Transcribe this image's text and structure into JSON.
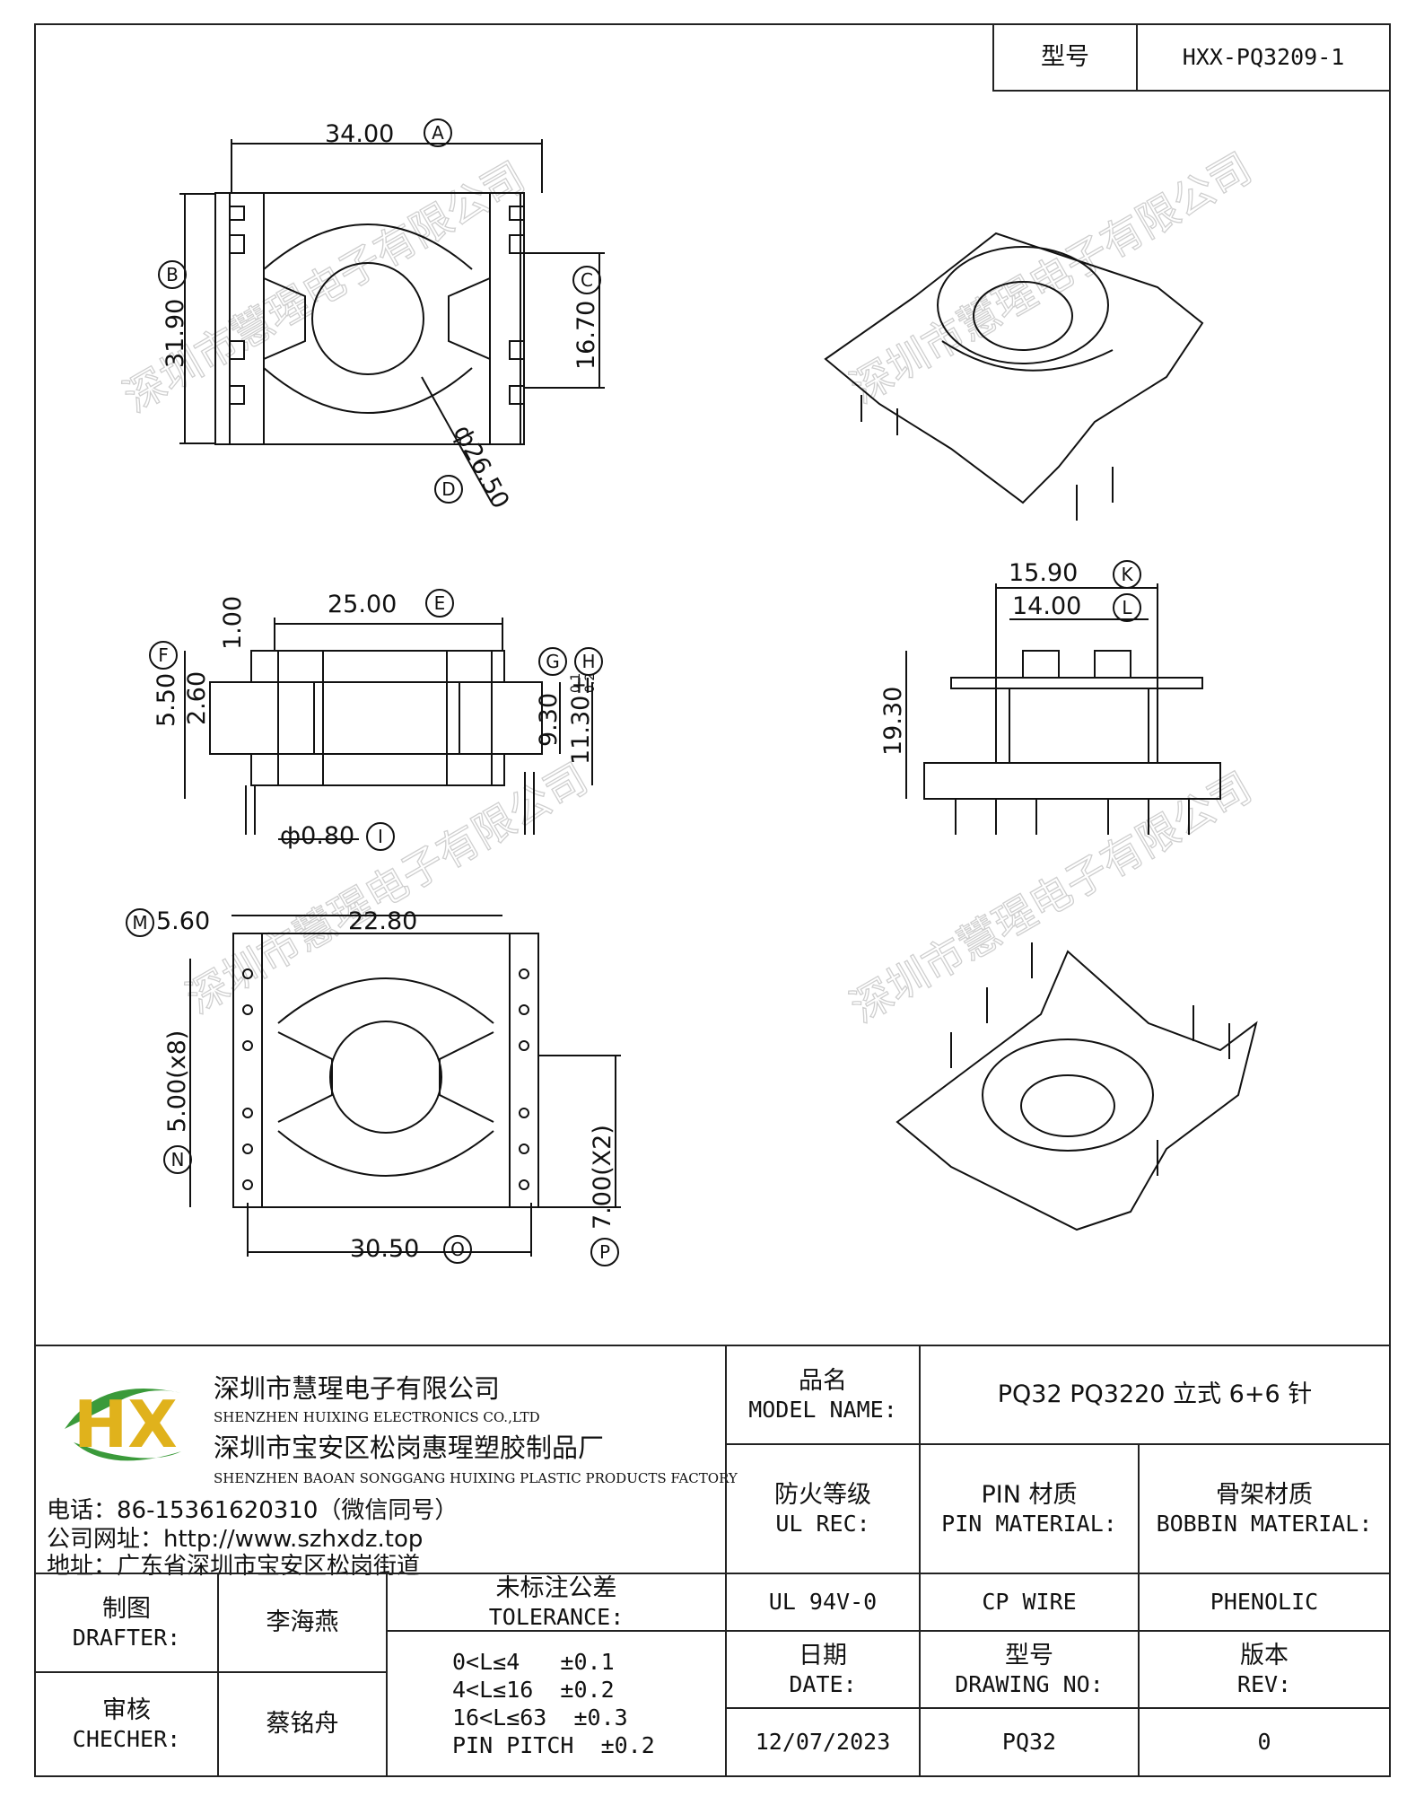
{
  "model_box": {
    "label": "型号",
    "value": "HXX-PQ3209-1"
  },
  "drawings": {
    "top": {
      "A": "34.00",
      "B": "31.90",
      "C": "16.70",
      "D": "ф26.50",
      "circles": {
        "A": "A",
        "B": "B",
        "C": "C",
        "D": "D"
      }
    },
    "side": {
      "E": "25.00",
      "F": "5.50",
      "F2": "2.60",
      "F1": "1.00",
      "G": "9.30",
      "H": "11.30±",
      "H_tol_up": "0.1",
      "H_tol_dn": "0.2",
      "I": "ф0.80",
      "circles": {
        "E": "E",
        "F": "F",
        "G": "G",
        "H": "H",
        "I": "I"
      }
    },
    "front": {
      "K": "15.90",
      "L": "14.00",
      "J": "19.30",
      "circles": {
        "K": "K",
        "L": "L"
      }
    },
    "bottom": {
      "M": "5.60",
      "M2": "22.80",
      "N": "5.00(x8)",
      "O": "30.50",
      "P": "7.00(X2)",
      "circles": {
        "M": "M",
        "N": "N",
        "O": "O",
        "P": "P"
      }
    }
  },
  "watermark": "深圳市慧瑆电子有限公司",
  "company": {
    "logo": "HX",
    "name_cn": "深圳市慧瑆电子有限公司",
    "name_en": "SHENZHEN HUIXING ELECTRONICS CO.,LTD",
    "factory_cn": "深圳市宝安区松岗惠瑆塑胶制品厂",
    "factory_en": "SHENZHEN BAOAN SONGGANG HUIXING PLASTIC PRODUCTS FACTORY",
    "phone": "电话：86-15361620310（微信同号）",
    "web": "公司网址：http://www.szhxdz.top",
    "address": "地址：广东省深圳市宝安区松岗街道"
  },
  "title_block": {
    "model_name_label_cn": "品名",
    "model_name_label_en": "MODEL NAME:",
    "model_name_value": "PQ32 PQ3220 立式 6+6 针",
    "ul_label_cn": "防火等级",
    "ul_label_en": "UL REC:",
    "pin_label_cn": "PIN 材质",
    "pin_label_en": "PIN MATERIAL:",
    "bobbin_label_cn": "骨架材质",
    "bobbin_label_en": "BOBBIN MATERIAL:",
    "ul_value": "UL 94V-0",
    "pin_value": "CP WIRE",
    "bobbin_value": "PHENOLIC",
    "drafter_label_cn": "制图",
    "drafter_label_en": "DRAFTER:",
    "drafter_name": "李海燕",
    "checker_label_cn": "审核",
    "checker_label_en": "CHECHER:",
    "checker_name": "蔡铭舟",
    "tolerance_label_cn": "未标注公差",
    "tolerance_label_en": "TOLERANCE:",
    "tolerances": [
      "0<L≤4   ±0.1",
      "4<L≤16  ±0.2",
      "16<L≤63  ±0.3",
      "PIN PITCH  ±0.2"
    ],
    "date_label_cn": "日期",
    "date_label_en": "DATE:",
    "date_value": "12/07/2023",
    "drawing_label_cn": "型号",
    "drawing_label_en": "DRAWING NO:",
    "drawing_value": "PQ32",
    "rev_label_cn": "版本",
    "rev_label_en": "REV:",
    "rev_value": "0"
  }
}
